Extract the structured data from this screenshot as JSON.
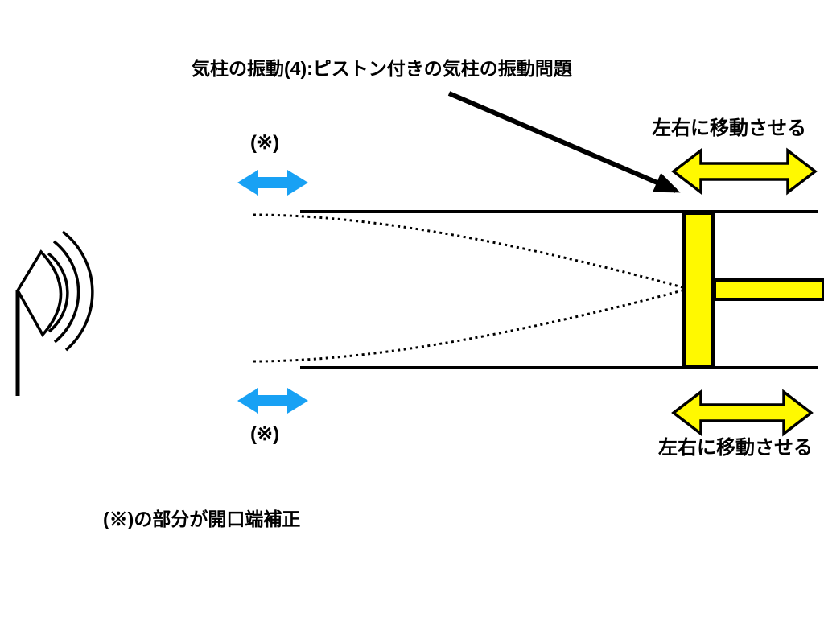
{
  "slide": {
    "title": "気柱の振動(4):ピストン付きの気柱の振動問題",
    "note": "(※)の部分が開口端補正"
  },
  "piston_controls": {
    "label_top": "左右に移動させる",
    "label_bottom": "左右に移動させる"
  },
  "open_end_correction": {
    "label_top": "(※)",
    "label_bottom": "(※)"
  },
  "icons": {
    "speaker": "speaker-cone-with-sound-wave-arcs",
    "open_end_arrow": "blue-double-headed-horizontal-arrow",
    "piston_move_arrow": "yellow-double-headed-horizontal-arrow",
    "annotation_arrow": "black-diagonal-arrow-from-title-to-piston"
  },
  "colors": {
    "background": "#FFFFFF",
    "text": "#000000",
    "stroke": "#000000",
    "open_end_arrow_blue": "#18A1F4",
    "piston_yellow": "#FFF900"
  }
}
